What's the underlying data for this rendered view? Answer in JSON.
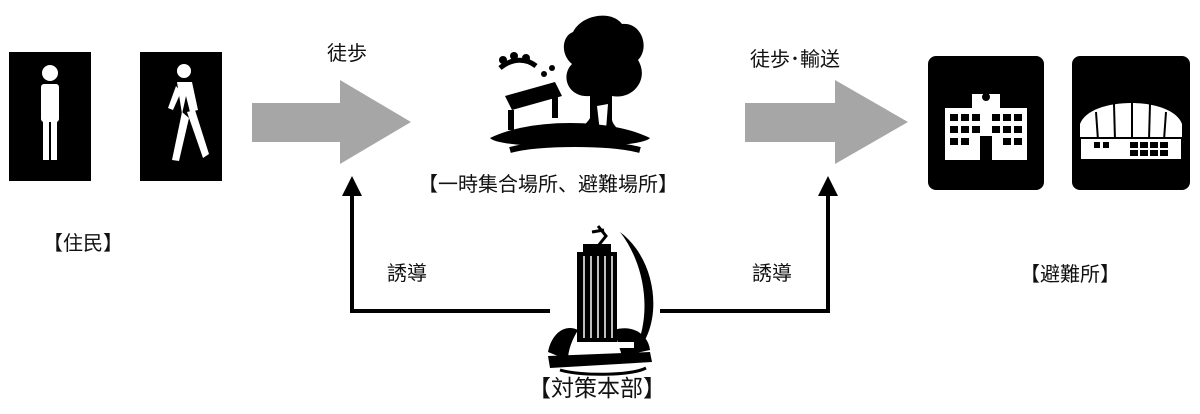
{
  "labels": {
    "residents": "【住民】",
    "walk": "徒歩",
    "temp_site": "【一時集合場所、避難場所】",
    "walk_transport": "徒歩･輸送",
    "shelter": "【避難所】",
    "guide_left": "誘導",
    "guide_right": "誘導",
    "hq": "【対策本部】"
  },
  "icons": {
    "resident_standing": "standing-person-icon",
    "resident_walking": "walking-person-icon",
    "park": "park-tree-bench-icon",
    "school": "school-building-icon",
    "gym": "gymnasium-icon",
    "hq": "city-hall-tower-icon"
  },
  "colors": {
    "icon_fill": "#000000",
    "arrow_fill": "#a6a6a6",
    "guide_line": "#000000"
  }
}
